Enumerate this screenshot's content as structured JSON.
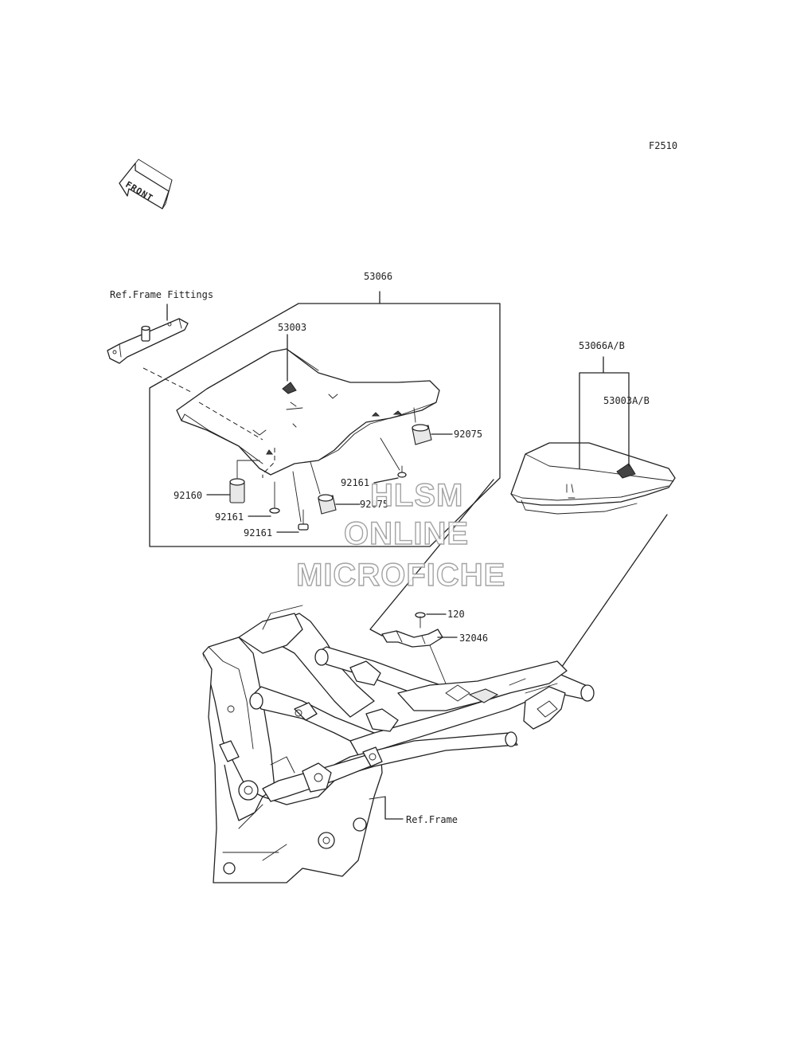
{
  "figure_code": "F2510",
  "front_arrow_text": "FRONT",
  "callouts": {
    "ref_frame_fittings": "Ref.Frame Fittings",
    "p53066": "53066",
    "p53003": "53003",
    "p92075_a": "92075",
    "p92075_b": "92075",
    "p92161_a": "92161",
    "p92161_b": "92161",
    "p92161_c": "92161",
    "p92160": "92160",
    "p53066ab": "53066A/B",
    "p53003ab": "53003A/B",
    "p120": "120",
    "p32046": "32046",
    "ref_frame": "Ref.Frame"
  },
  "watermark": {
    "line1": "HLSM",
    "line2": "ONLINE",
    "line3": "MICROFICHE"
  },
  "icons": {
    "front": "front-arrow-icon"
  }
}
